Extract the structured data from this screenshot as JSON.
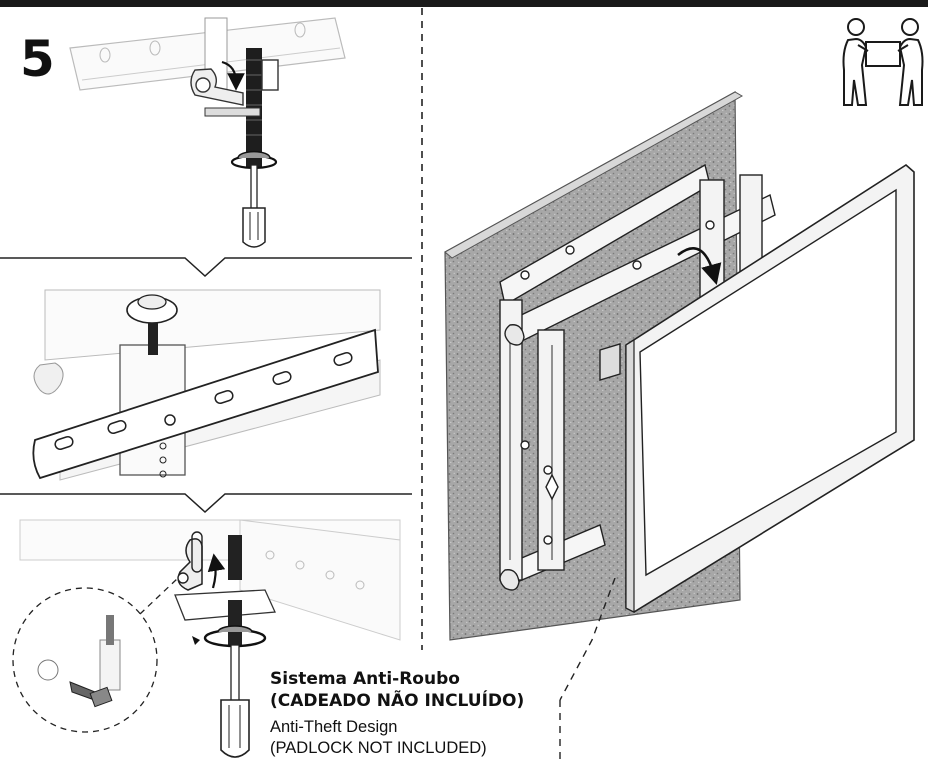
{
  "step": {
    "number": "5"
  },
  "caption": {
    "pt_line1": "Sistema Anti-Roubo",
    "pt_line2": "(CADEADO NÃO INCLUÍDO)",
    "en_line1": "Anti-Theft Design",
    "en_line2": "(PADLOCK NOT INCLUDED)"
  },
  "icons": {
    "lift_warning": "two-person-lift-icon",
    "rotate": "rotate-arrow-icon",
    "screwdriver": "screwdriver-icon",
    "lock_knob": "locking-knob-icon"
  },
  "colors": {
    "line": "#222222",
    "wall": "#9a9a9a",
    "metal": "#f2f2f2",
    "screen": "#ffffff"
  }
}
